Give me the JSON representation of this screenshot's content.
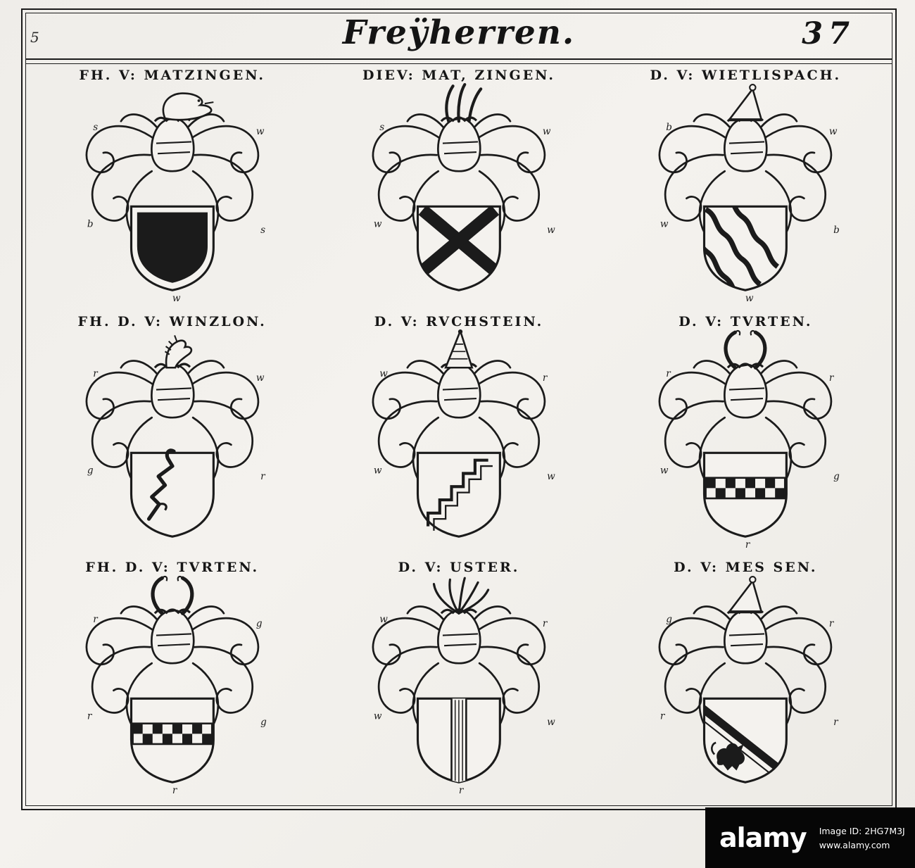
{
  "page": {
    "title": "Freÿherren.",
    "page_number": "37",
    "corner_mark": "5"
  },
  "colors": {
    "ink": "#1b1b1b",
    "paper": "#f4f2ee",
    "watermark_bg": "#060606"
  },
  "crests": [
    {
      "caption": "FH. V: MATZINGEN.",
      "family": "Matzingen",
      "charge": "sable",
      "crest": "bird",
      "letters": [
        "s",
        "w",
        "b",
        "s",
        "w"
      ]
    },
    {
      "caption": "DIEV: MAT, ZINGEN.",
      "family": "Matzingen",
      "charge": "batons",
      "crest": "plume",
      "letters": [
        "s",
        "w",
        "w",
        "w"
      ]
    },
    {
      "caption": "D. V: WIETLISPACH.",
      "family": "Wietlispach",
      "charge": "bend-wavy",
      "crest": "hat",
      "letters": [
        "b",
        "w",
        "w",
        "b",
        "w"
      ]
    },
    {
      "caption": "FH. D. V: WINZLON.",
      "family": "Winzlon",
      "charge": "vine",
      "crest": "horse",
      "letters": [
        "r",
        "w",
        "g",
        "r"
      ]
    },
    {
      "caption": "D. V: RVCHSTEIN.",
      "family": "Ruchstein",
      "charge": "steps",
      "crest": "cone",
      "letters": [
        "w",
        "r",
        "w",
        "w"
      ]
    },
    {
      "caption": "D. V: TVRTEN.",
      "family": "Turten",
      "charge": "fess-checky",
      "crest": "horns",
      "letters": [
        "r",
        "r",
        "w",
        "g",
        "r"
      ]
    },
    {
      "caption": "FH. D. V: TVRTEN.",
      "family": "Turten",
      "charge": "fess-checky",
      "crest": "horns",
      "letters": [
        "r",
        "g",
        "r",
        "g",
        "r"
      ]
    },
    {
      "caption": "D. V: USTER.",
      "family": "Uster",
      "charge": "pale",
      "crest": "fan",
      "letters": [
        "w",
        "r",
        "w",
        "w",
        "r"
      ]
    },
    {
      "caption": "D. V: MES SEN.",
      "family": "Messen",
      "charge": "lion-bend",
      "crest": "hat",
      "letters": [
        "g",
        "r",
        "r",
        "r"
      ]
    }
  ],
  "watermark": {
    "brand": "alamy",
    "image_id_label": "Image ID:",
    "image_id": "2HG7M3J",
    "url": "www.alamy.com"
  }
}
